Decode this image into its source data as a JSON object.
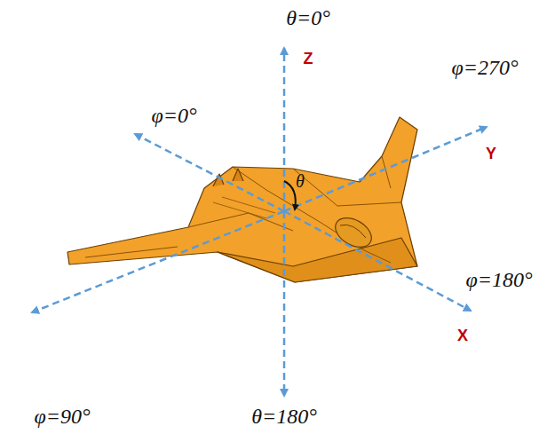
{
  "diagram": {
    "labels": [
      "θ=0°",
      "Z",
      "φ=270°",
      "φ=0°",
      "Y",
      "θ",
      "φ=180°",
      "X",
      "φ=90°",
      "θ=180°"
    ]
  }
}
